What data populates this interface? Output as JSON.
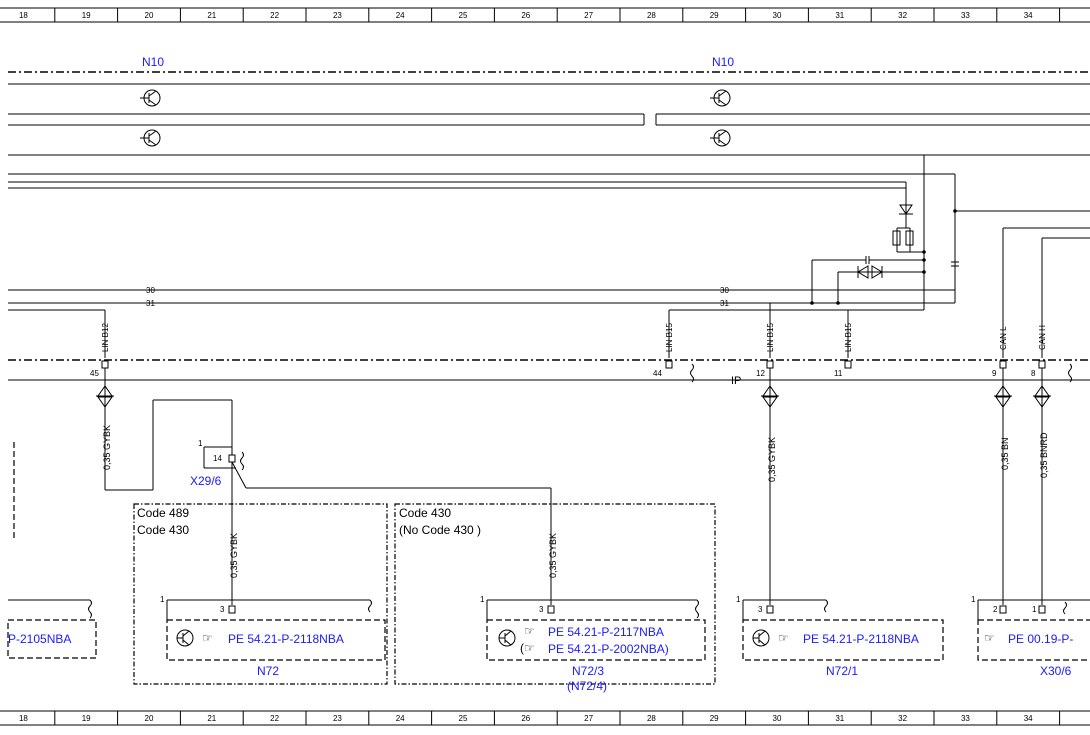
{
  "grid": {
    "top": [
      "18",
      "19",
      "20",
      "21",
      "22",
      "23",
      "24",
      "25",
      "26",
      "27",
      "28",
      "29",
      "30",
      "31",
      "32",
      "33",
      "34"
    ],
    "bottom": [
      "18",
      "19",
      "20",
      "21",
      "22",
      "23",
      "24",
      "25",
      "26",
      "27",
      "28",
      "29",
      "30",
      "31",
      "32",
      "33",
      "34"
    ]
  },
  "modules": {
    "n10_left": "N10",
    "n10_right": "N10"
  },
  "bus_lines": {
    "l30a": "30",
    "l31a": "31",
    "l30b": "30",
    "l31b": "31"
  },
  "connector_tags": {
    "linb12": "LIN B12",
    "linb15a": "LIN B15",
    "linb15b": "LIN B15",
    "linb15c": "LIN B15",
    "canl": "CAN L",
    "canh": "CAN H"
  },
  "pins": {
    "p45": "45",
    "p44": "44",
    "p12": "12",
    "p11": "11",
    "p9": "9",
    "p8": "8",
    "ip": "IP",
    "p14": "14",
    "p1_x29": "1",
    "p3_n72": "3",
    "p1_n72": "1",
    "p3_n723": "3",
    "p1_n723": "1",
    "p3_n721": "3",
    "p1_n721": "1",
    "p2_x30": "2",
    "p1_x30a": "1",
    "p1_x30b": "1"
  },
  "wires": {
    "w_left": "0,35 GYBK",
    "w_n72": "0,35 GYBK",
    "w_n723": "0,35 GYBK",
    "w_n721": "0,35 GYBK",
    "w_bn": "0,35 BN",
    "w_bnrd": "0,35 BNRD"
  },
  "codes": {
    "c489": "Code 489",
    "c430a": "Code 430",
    "c430b": "Code 430",
    "c_no430": "(No  Code 430 )"
  },
  "refs": {
    "left_cut": "P-2105NBA",
    "n72_ref": "PE 54.21-P-2118NBA",
    "n723_ref1": "PE 54.21-P-2117NBA",
    "n723_ref2": "PE 54.21-P-2002NBA)",
    "n721_ref": "PE 54.21-P-2118NBA",
    "x30_ref": "PE 00.19-P-"
  },
  "components": {
    "x29": "X29/6",
    "n72": "N72",
    "n723": "N72/3",
    "n724": "(N72/4)",
    "n721": "N72/1",
    "x30": "X30/6"
  }
}
